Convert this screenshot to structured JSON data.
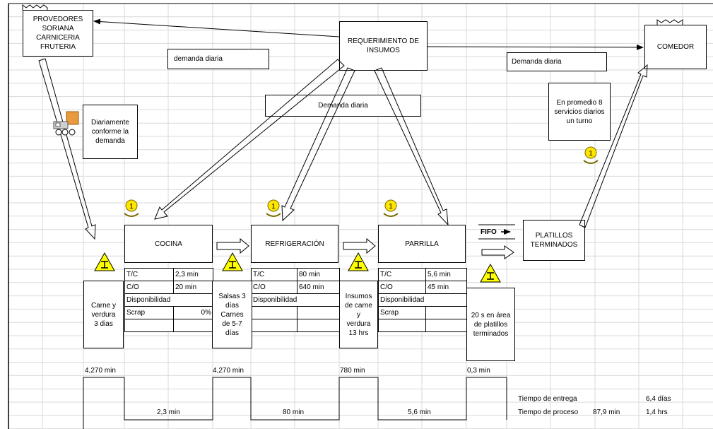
{
  "supplier": {
    "line1": "PROVEDORES",
    "line2": "SORIANA",
    "line3": "CARNICERIA",
    "line4": "FRUTERIA"
  },
  "requirement": {
    "line1": "REQUERIMIENTO DE",
    "line2": "INSUMOS"
  },
  "customer": {
    "label": "COMEDOR"
  },
  "demand_left": "demanda diaria",
  "demand_right": "Demanda diaria",
  "demand_center": "Demanda diaria",
  "delivery_note": {
    "line1": "Diariamente",
    "line2": "conforme la",
    "line3": "demanda"
  },
  "services_note": {
    "line1": "En promedio 8",
    "line2": "servicios diarios",
    "line3": "un turno"
  },
  "operator_count": "1",
  "fifo_label": "FIFO",
  "processes": {
    "cocina": {
      "name": "COCINA",
      "rows": [
        {
          "label": "T/C",
          "value": "2,3 min"
        },
        {
          "label": "C/O",
          "value": "20 min"
        },
        {
          "label": "Disponibilidad",
          "value": ""
        },
        {
          "label": "Scrap",
          "value": "0%"
        },
        {
          "label": "",
          "value": ""
        }
      ]
    },
    "refrigeracion": {
      "name": "REFRIGERACIÓN",
      "rows": [
        {
          "label": "T/C",
          "value": "80 min"
        },
        {
          "label": "C/O",
          "value": "640 min"
        },
        {
          "label": "Disponibilidad",
          "value": ""
        },
        {
          "label": "",
          "value": ""
        },
        {
          "label": "",
          "value": ""
        }
      ]
    },
    "parrilla": {
      "name": "PARRILLA",
      "rows": [
        {
          "label": "T/C",
          "value": "5,6 min"
        },
        {
          "label": "C/O",
          "value": "45 min"
        },
        {
          "label": "Disponibilidad",
          "value": ""
        },
        {
          "label": "Scrap",
          "value": ""
        },
        {
          "label": "",
          "value": ""
        }
      ]
    }
  },
  "finished": {
    "line1": "PLATILLOS",
    "line2": "TERMINADOS"
  },
  "inventory": {
    "inv1": [
      "Carne y",
      "verdura",
      "3 dias"
    ],
    "inv2": [
      "Salsas 3",
      "días",
      "Carnes",
      "de 5-7",
      "días"
    ],
    "inv3": [
      "Insumos",
      "de carne",
      "y",
      "verdura",
      "13 hrs"
    ],
    "inv4": [
      "20 s en área",
      "de platillos",
      "terminados"
    ]
  },
  "timeline": {
    "wait": [
      "4,270 min",
      "4,270 min",
      "780 min",
      "0,3 min"
    ],
    "process": [
      "2,3 min",
      "80 min",
      "5,6 min"
    ]
  },
  "summary": {
    "lead_label": "Tiempo de entrega",
    "lead_value": "6,4 días",
    "process_label": "Tiempo de proceso",
    "process_value": "87,9 min",
    "process_hours": "1,4 hrs"
  },
  "colors": {
    "operator_fill": "#ffe600",
    "truck": "#e89a3c",
    "caution_fill": "#ffff00"
  }
}
